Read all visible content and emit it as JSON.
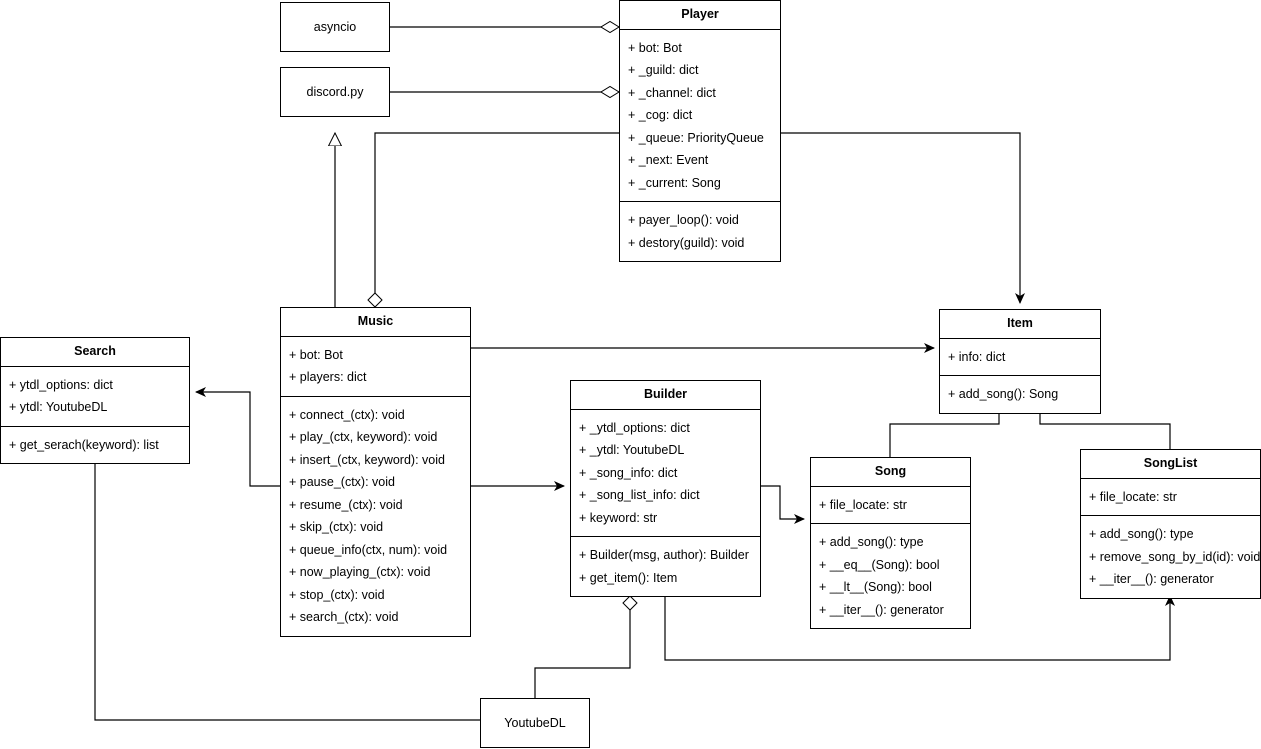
{
  "diagram": {
    "title": "Discord music bot UML class diagram",
    "type": "uml-class-diagram",
    "stroke_color": "#000000",
    "fill_color": "#ffffff"
  },
  "nodes": {
    "asyncio": {
      "label": "asyncio"
    },
    "discordpy": {
      "label": "discord.py"
    },
    "youtubedl": {
      "label": "YoutubeDL"
    },
    "player": {
      "title": "Player",
      "attributes": [
        "+ bot: Bot",
        "+ _guild: dict",
        "+ _channel: dict",
        "+ _cog: dict",
        "+ _queue: PriorityQueue",
        "+ _next: Event",
        "+ _current: Song"
      ],
      "methods": [
        "+ payer_loop(): void",
        "+ destory(guild): void"
      ]
    },
    "music": {
      "title": "Music",
      "attributes": [
        "+ bot: Bot",
        "+ players: dict"
      ],
      "methods": [
        "+ connect_(ctx): void",
        "+ play_(ctx, keyword): void",
        "+ insert_(ctx, keyword): void",
        "+ pause_(ctx): void",
        "+ resume_(ctx): void",
        "+ skip_(ctx): void",
        "+ queue_info(ctx, num): void",
        "+ now_playing_(ctx): void",
        "+ stop_(ctx): void",
        "+ search_(ctx): void"
      ]
    },
    "search": {
      "title": "Search",
      "attributes": [
        "+ ytdl_options: dict",
        "+ ytdl: YoutubeDL"
      ],
      "methods": [
        "+ get_serach(keyword): list"
      ]
    },
    "builder": {
      "title": "Builder",
      "attributes": [
        "+ _ytdl_options: dict",
        "+ _ytdl: YoutubeDL",
        "+ _song_info: dict",
        "+ _song_list_info: dict",
        "+ keyword: str"
      ],
      "methods": [
        "+ Builder(msg, author): Builder",
        "+ get_item(): Item"
      ]
    },
    "item": {
      "title": "Item",
      "attributes": [
        "+ info: dict"
      ],
      "methods": [
        "+ add_song(): Song"
      ]
    },
    "song": {
      "title": "Song",
      "attributes": [
        "+ file_locate: str"
      ],
      "methods": [
        "+ add_song(): type",
        "+ __eq__(Song): bool",
        "+ __lt__(Song): bool",
        "+ __iter__(): generator"
      ]
    },
    "songlist": {
      "title": "SongList",
      "attributes": [
        "+ file_locate: str"
      ],
      "methods": [
        "+ add_song(): type",
        "+ remove_song_by_id(id): void",
        "+ __iter__(): generator"
      ]
    }
  },
  "relationships": [
    {
      "from": "asyncio",
      "to": "player",
      "kind": "aggregation"
    },
    {
      "from": "discordpy",
      "to": "player",
      "kind": "aggregation"
    },
    {
      "from": "music",
      "to": "discordpy",
      "kind": "inheritance"
    },
    {
      "from": "music",
      "to": "player",
      "kind": "aggregation"
    },
    {
      "from": "music",
      "to": "search",
      "kind": "association"
    },
    {
      "from": "music",
      "to": "builder",
      "kind": "association"
    },
    {
      "from": "music",
      "to": "item",
      "kind": "association"
    },
    {
      "from": "player",
      "to": "item",
      "kind": "association"
    },
    {
      "from": "search",
      "to": "youtubedl",
      "kind": "aggregation"
    },
    {
      "from": "builder",
      "to": "youtubedl",
      "kind": "aggregation"
    },
    {
      "from": "builder",
      "to": "song",
      "kind": "association"
    },
    {
      "from": "builder",
      "to": "songlist",
      "kind": "association"
    },
    {
      "from": "song",
      "to": "item",
      "kind": "inheritance"
    },
    {
      "from": "songlist",
      "to": "item",
      "kind": "inheritance"
    }
  ]
}
